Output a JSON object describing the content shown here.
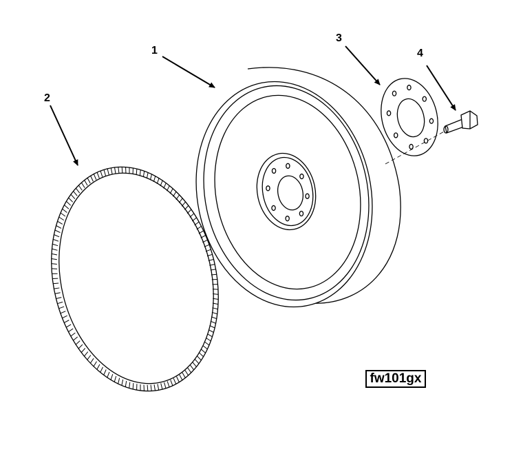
{
  "figure_id": "fw101gx",
  "callouts": [
    {
      "number": "1",
      "part": "flywheel"
    },
    {
      "number": "2",
      "part": "ring-gear"
    },
    {
      "number": "3",
      "part": "plate"
    },
    {
      "number": "4",
      "part": "capscrew"
    }
  ],
  "colors": {
    "line": "#000000",
    "background": "#ffffff"
  }
}
